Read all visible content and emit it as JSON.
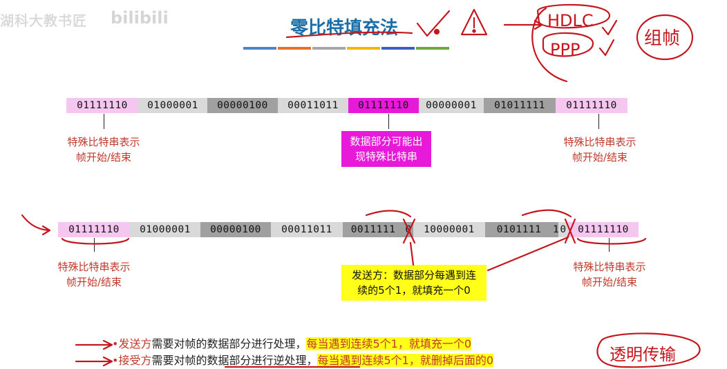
{
  "watermark": {
    "text": "湖科大教书匠",
    "logo": "bilibili"
  },
  "title": "零比特填充法",
  "title_bar_colors": [
    "#4a86c5",
    "#e8702a",
    "#a6a6a6",
    "#f2b705",
    "#3b5fc0",
    "#6aaa3a"
  ],
  "row1": {
    "segments": [
      {
        "text": "01111110",
        "bg": "#f4c6f0",
        "w": 104
      },
      {
        "text": "01000001",
        "bg": "#d9d9d9",
        "w": 100
      },
      {
        "text": "00000100",
        "bg": "#a0a0a0",
        "w": 102
      },
      {
        "text": "00011011",
        "bg": "#d9d9d9",
        "w": 102
      },
      {
        "text": "01111110",
        "bg": "#e61ad8",
        "w": 102
      },
      {
        "text": "00000001",
        "bg": "#d9d9d9",
        "w": 94
      },
      {
        "text": "01011111",
        "bg": "#a0a0a0",
        "w": 104
      },
      {
        "text": "01111110",
        "bg": "#f4c6f0",
        "w": 104
      }
    ],
    "left_caption": [
      "特殊比特串表示",
      "帧开始/结束"
    ],
    "middle_box": [
      "数据部分可能出",
      "现特殊比特串"
    ],
    "right_caption": [
      "特殊比特串表示",
      "帧开始/结束"
    ]
  },
  "row2": {
    "segments": [
      {
        "text": "01111110",
        "bg": "#f4c6f0",
        "w": 104
      },
      {
        "text": "01000001",
        "bg": "#d9d9d9",
        "w": 102
      },
      {
        "text": "00000100",
        "bg": "#a0a0a0",
        "w": 102
      },
      {
        "text": "00011011",
        "bg": "#d9d9d9",
        "w": 104
      },
      {
        "text": "0011111",
        "bg": "#a0a0a0",
        "w": 88
      },
      {
        "text": "0",
        "bg": "#a0a0a0",
        "w": 14
      },
      {
        "text": "10000001",
        "bg": "#d9d9d9",
        "w": 104
      },
      {
        "text": "0101111",
        "bg": "#a0a0a0",
        "w": 98
      },
      {
        "text": "1",
        "bg": "#a0a0a0",
        "w": 8
      },
      {
        "text": "0",
        "bg": "#d9d9d9",
        "w": 14
      },
      {
        "text": "01111110",
        "bg": "#f4c6f0",
        "w": 102
      }
    ],
    "left_caption": [
      "特殊比特串表示",
      "帧开始/结束"
    ],
    "middle_box": [
      "发送方：数据部分每遇到连",
      "续的5个1，就填充一个0"
    ],
    "right_caption": [
      "特殊比特串表示",
      "帧开始/结束"
    ]
  },
  "bullets": [
    {
      "marker": "•",
      "emph": "发送方",
      "text": "需要对帧的数据部分进行处理，",
      "highlight": "每当遇到连续5个1，就填充一个0"
    },
    {
      "marker": "•",
      "emph": "接受方",
      "text": "需要对帧的数据部分进行逆处理，",
      "highlight": "每当遇到连续5个1，就删掉后面的0"
    }
  ],
  "annotations": {
    "hdlc": "HDLC",
    "ppp": "PPP",
    "zuzhen": "组帧",
    "toumin": "透明传输"
  },
  "colors": {
    "title": "#1a6ea8",
    "caption": "#c0392b",
    "ink": "#c4161c",
    "magenta": "#e61ad8",
    "yellow": "#ffff1a"
  }
}
